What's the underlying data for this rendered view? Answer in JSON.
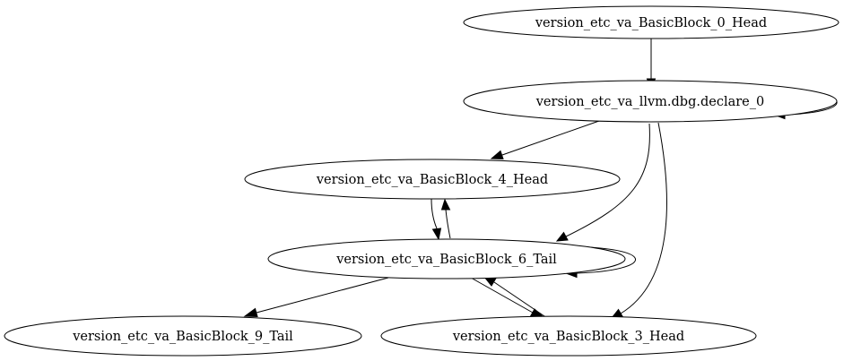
{
  "graph": {
    "nodes": [
      {
        "id": "bb0_head",
        "label": "version_etc_va_BasicBlock_0_Head"
      },
      {
        "id": "dbg_declare",
        "label": "version_etc_va_llvm.dbg.declare_0"
      },
      {
        "id": "bb4_head",
        "label": "version_etc_va_BasicBlock_4_Head"
      },
      {
        "id": "bb6_tail",
        "label": "version_etc_va_BasicBlock_6_Tail"
      },
      {
        "id": "bb9_tail",
        "label": "version_etc_va_BasicBlock_9_Tail"
      },
      {
        "id": "bb3_head",
        "label": "version_etc_va_BasicBlock_3_Head"
      }
    ],
    "edges": [
      {
        "from": "bb0_head",
        "to": "dbg_declare"
      },
      {
        "from": "dbg_declare",
        "to": "dbg_declare"
      },
      {
        "from": "dbg_declare",
        "to": "bb4_head"
      },
      {
        "from": "dbg_declare",
        "to": "bb6_tail"
      },
      {
        "from": "dbg_declare",
        "to": "bb3_head"
      },
      {
        "from": "bb4_head",
        "to": "bb6_tail"
      },
      {
        "from": "bb6_tail",
        "to": "bb4_head"
      },
      {
        "from": "bb6_tail",
        "to": "bb6_tail"
      },
      {
        "from": "bb6_tail",
        "to": "bb9_tail"
      },
      {
        "from": "bb6_tail",
        "to": "bb3_head"
      },
      {
        "from": "bb3_head",
        "to": "bb6_tail"
      }
    ]
  }
}
